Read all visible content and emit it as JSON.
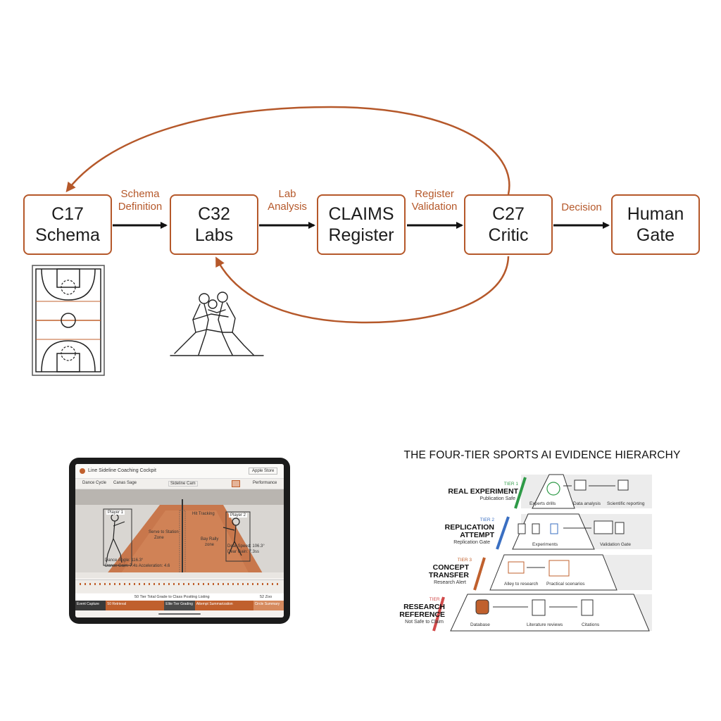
{
  "flow": {
    "nodes": [
      {
        "line1": "C17",
        "line2": "Schema"
      },
      {
        "line1": "C32",
        "line2": "Labs"
      },
      {
        "line1": "CLAIMS",
        "line2": "Register"
      },
      {
        "line1": "C27",
        "line2": "Critic"
      },
      {
        "line1": "Human",
        "line2": "Gate"
      }
    ],
    "edges": [
      {
        "line1": "Schema",
        "line2": "Definition"
      },
      {
        "line1": "Lab",
        "line2": "Analysis"
      },
      {
        "line1": "Register",
        "line2": "Validation"
      },
      {
        "line1": "Decision",
        "line2": ""
      }
    ]
  },
  "tablet": {
    "app_title": "Line Sideline Coaching Cockpit",
    "header_button": "Apple Store",
    "toolbar": [
      "Dance Cycle",
      "Canas Sage",
      "Sideline Cam",
      "Performance"
    ],
    "player_left": "Player 1",
    "player_right": "Player 2",
    "note_left_a": "Hit Tracking",
    "note_center": "Serve to Station",
    "note_center_b": "Zone",
    "note_mid": "Bay Rally",
    "note_mid_b": "zone",
    "note_left_stats_a": "Dance Angle: 116.3°",
    "note_left_stats_b": "Dance Gain: 7.4s   Acceleration: 4.6",
    "note_right_stats_a": "Dear Speed: 106.3°",
    "note_right_stats_b": "Dear Gain: 7.3ss",
    "timeline_caption": "50 Tier Total Grade to Class Positing Listing",
    "timeline_right": "52 Zoo",
    "bottom_cells": [
      "Event Capture",
      "50 Retrieval",
      "Elite Tier Grading",
      "Attempt Summarization",
      "Circle Summary"
    ]
  },
  "pyramid": {
    "title": "THE FOUR-TIER SPORTS AI EVIDENCE HIERARCHY",
    "tiers": [
      {
        "tier": "TIER 1",
        "name": [
          "REAL EXPERIMENT"
        ],
        "sub": "Publication Safe",
        "color": "#2e9a47",
        "items": [
          "Experts drills",
          "Data analysis",
          "Scientific reporting"
        ]
      },
      {
        "tier": "TIER 2",
        "name": [
          "REPLICATION",
          "ATTEMPT"
        ],
        "sub": "Replication Gate",
        "color": "#3a6fc2",
        "items": [
          "Experiments",
          "Validation Gate"
        ]
      },
      {
        "tier": "TIER 3",
        "name": [
          "CONCEPT",
          "TRANSFER"
        ],
        "sub": "Research Alert",
        "color": "#c0602d",
        "items": [
          "Alley to research",
          "Practical scenarios"
        ]
      },
      {
        "tier": "TIER 4",
        "name": [
          "RESEARCH",
          "REFERENCE"
        ],
        "sub": "Not Safe to Claim",
        "color": "#d24a4a",
        "items": [
          "Database",
          "Literature reviews",
          "Citations"
        ]
      }
    ]
  },
  "colors": {
    "accent": "#b5582a",
    "ink": "#1a1a1a"
  }
}
